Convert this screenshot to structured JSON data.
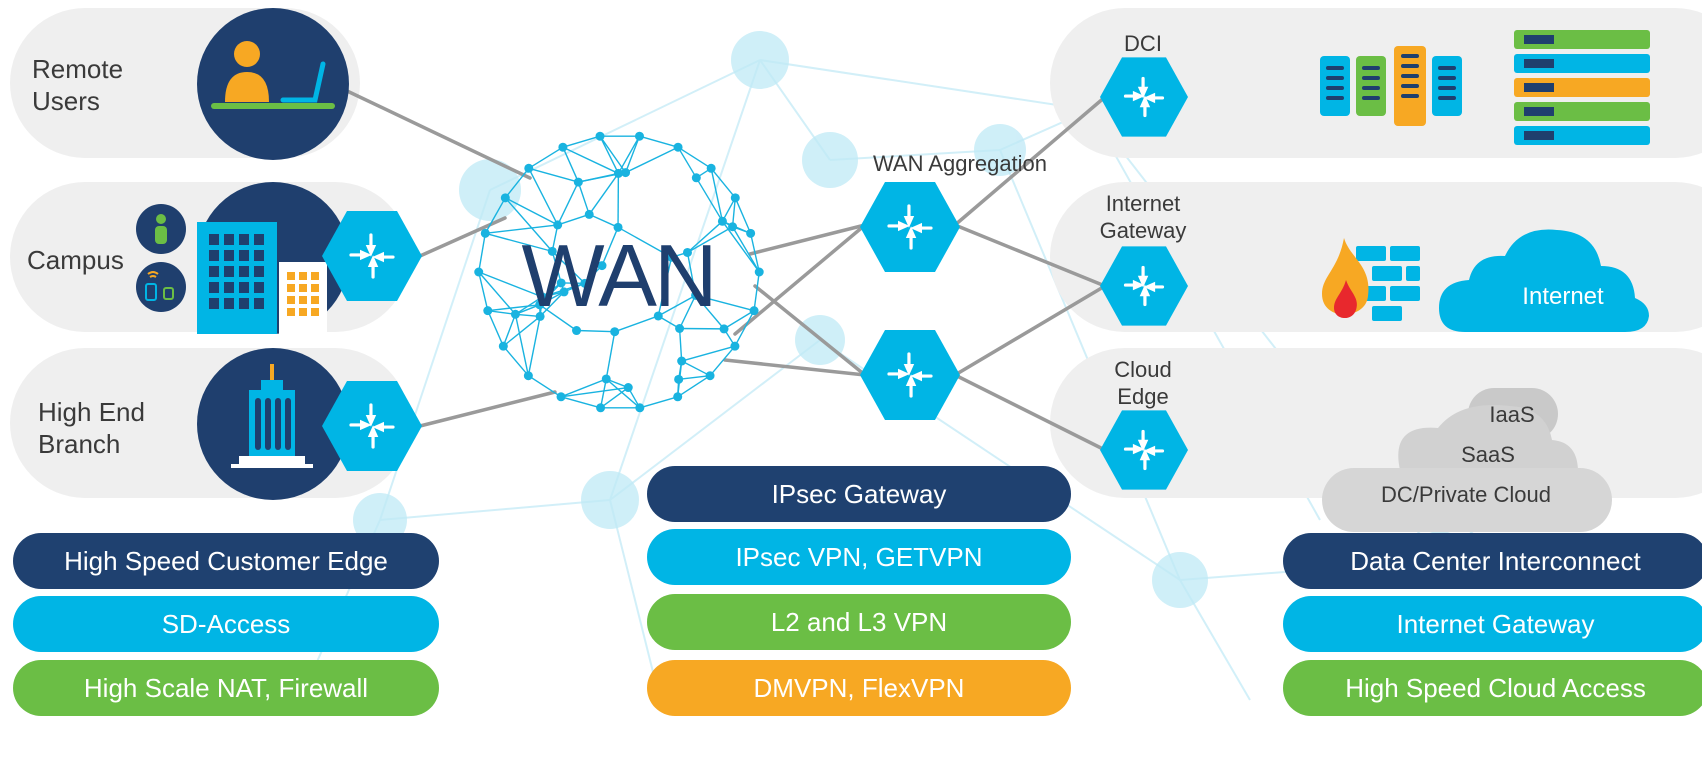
{
  "left": {
    "remote_users": "Remote\nUsers",
    "campus": "Campus",
    "high_end_branch": "High End\nBranch"
  },
  "center": {
    "wan": "WAN",
    "wan_aggregation": "WAN Aggregation"
  },
  "right": {
    "dci": "DCI",
    "internet_gateway": "Internet\nGateway",
    "cloud_edge": "Cloud\nEdge",
    "internet": "Internet",
    "iaas": "IaaS",
    "saas": "SaaS",
    "dc_private_cloud": "DC/Private Cloud"
  },
  "pills": {
    "left": [
      "High Speed Customer Edge",
      "SD-Access",
      "High Scale NAT, Firewall"
    ],
    "center": [
      "IPsec Gateway",
      "IPsec VPN, GETVPN",
      "L2 and L3 VPN",
      "DMVPN, FlexVPN"
    ],
    "right": [
      "Data Center Interconnect",
      "Internet Gateway",
      "High Speed Cloud Access"
    ]
  },
  "colors": {
    "navy": "#1f4170",
    "blue": "#00b5e5",
    "green": "#6bbe45",
    "orange": "#f7a823",
    "panel": "#efefef",
    "link": "#9a9a9a"
  },
  "icons": [
    "router-icon",
    "person-laptop-icon",
    "building-icon",
    "skyscraper-icon",
    "server-rack-icon",
    "firewall-icon",
    "cloud-icon",
    "wan-globe-icon"
  ]
}
